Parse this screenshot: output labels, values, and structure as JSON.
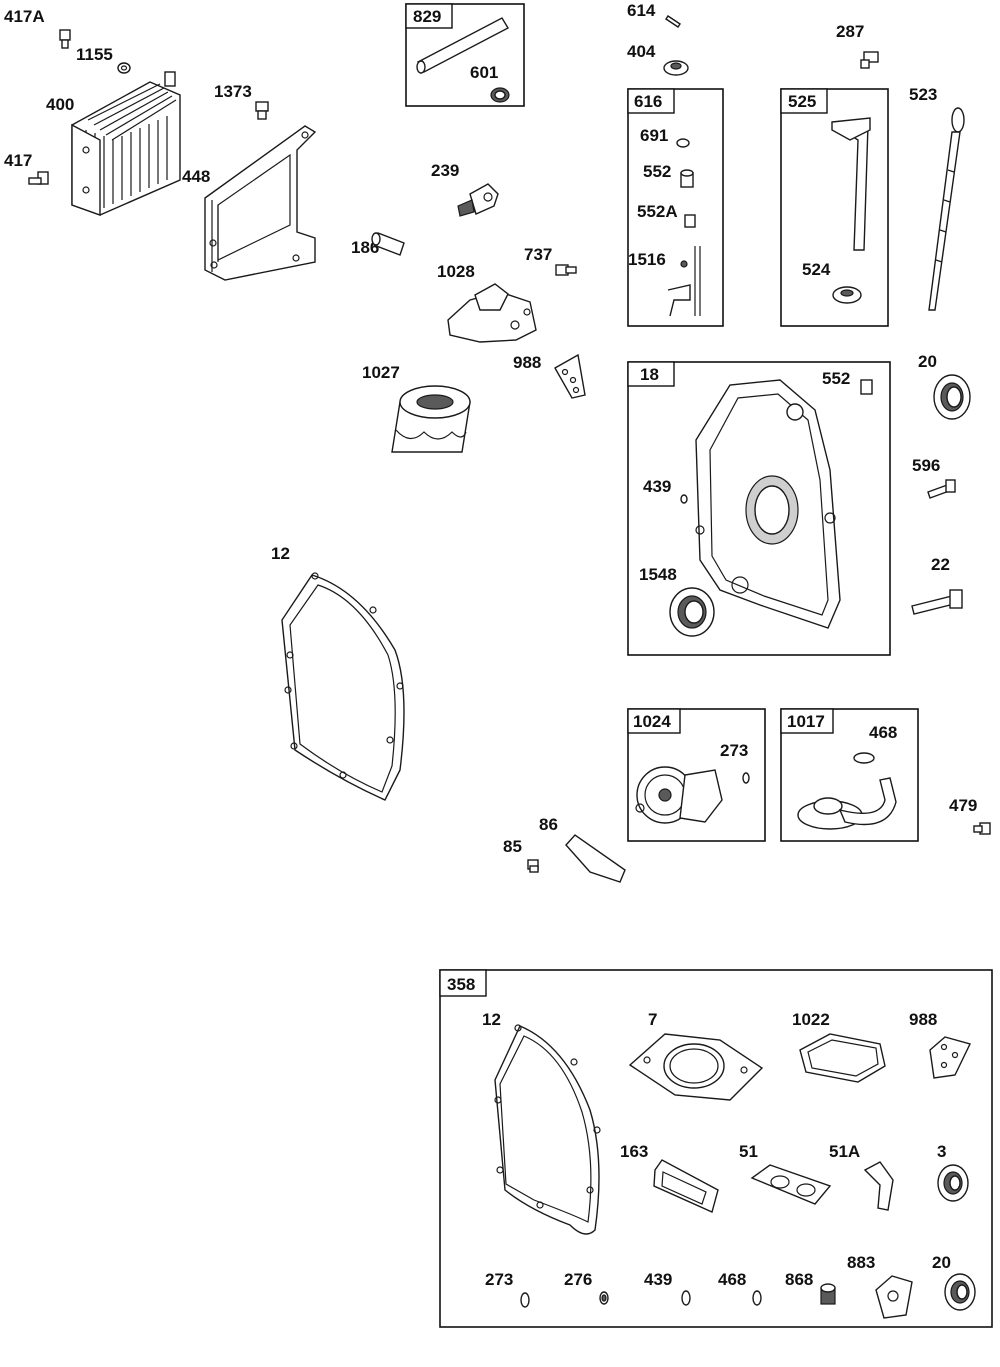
{
  "labels": {
    "l417A": "417A",
    "l1155": "1155",
    "l400": "400",
    "l1373": "1373",
    "l417": "417",
    "l448": "448",
    "l601": "601",
    "l614": "614",
    "l404": "404",
    "l287": "287",
    "l523": "523",
    "l691": "691",
    "l552_616": "552",
    "l552A": "552A",
    "l1516": "1516",
    "l524": "524",
    "l239": "239",
    "l186": "186",
    "l1028": "1028",
    "l737": "737",
    "l988": "988",
    "l1027": "1027",
    "l552_18": "552",
    "l20": "20",
    "l439": "439",
    "l596": "596",
    "l1548": "1548",
    "l22": "22",
    "l12": "12",
    "l273": "273",
    "l468": "468",
    "l479": "479",
    "l86": "86",
    "l85": "85",
    "k12": "12",
    "k7": "7",
    "k1022": "1022",
    "k988": "988",
    "k163": "163",
    "k51": "51",
    "k51A": "51A",
    "k3": "3",
    "k273": "273",
    "k276": "276",
    "k439": "439",
    "k468": "468",
    "k868": "868",
    "k883": "883",
    "k20": "20"
  },
  "boxes": {
    "b829": "829",
    "b616": "616",
    "b525": "525",
    "b18": "18",
    "b1024": "1024",
    "b1017": "1017",
    "b358": "358"
  }
}
